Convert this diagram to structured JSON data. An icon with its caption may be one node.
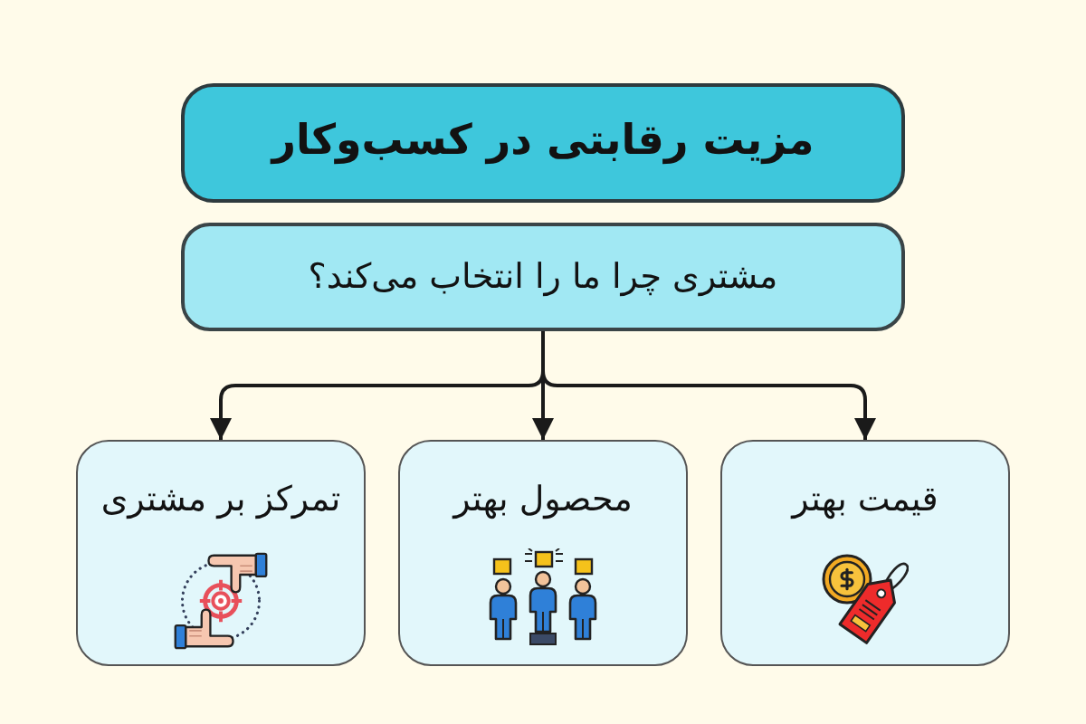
{
  "diagram": {
    "nodes": [
      {
        "text": [
          "مزیت رقابتی در کسب‌وکار"
        ]
      },
      {
        "text": [
          "مشتری چرا ما را انتخاب می‌کند؟"
        ]
      },
      {
        "text": [
          "قیمت بهتر"
        ]
      },
      {
        "text": [
          "محصول بهتر"
        ]
      },
      {
        "text": [
          "تمرکز بر مشتری"
        ]
      }
    ],
    "edges": [
      {
        "from": 1,
        "to": 2,
        "arrow": "to"
      },
      {
        "from": 1,
        "to": 3,
        "arrow": "to"
      },
      {
        "from": 1,
        "to": 4,
        "arrow": "to"
      }
    ]
  }
}
